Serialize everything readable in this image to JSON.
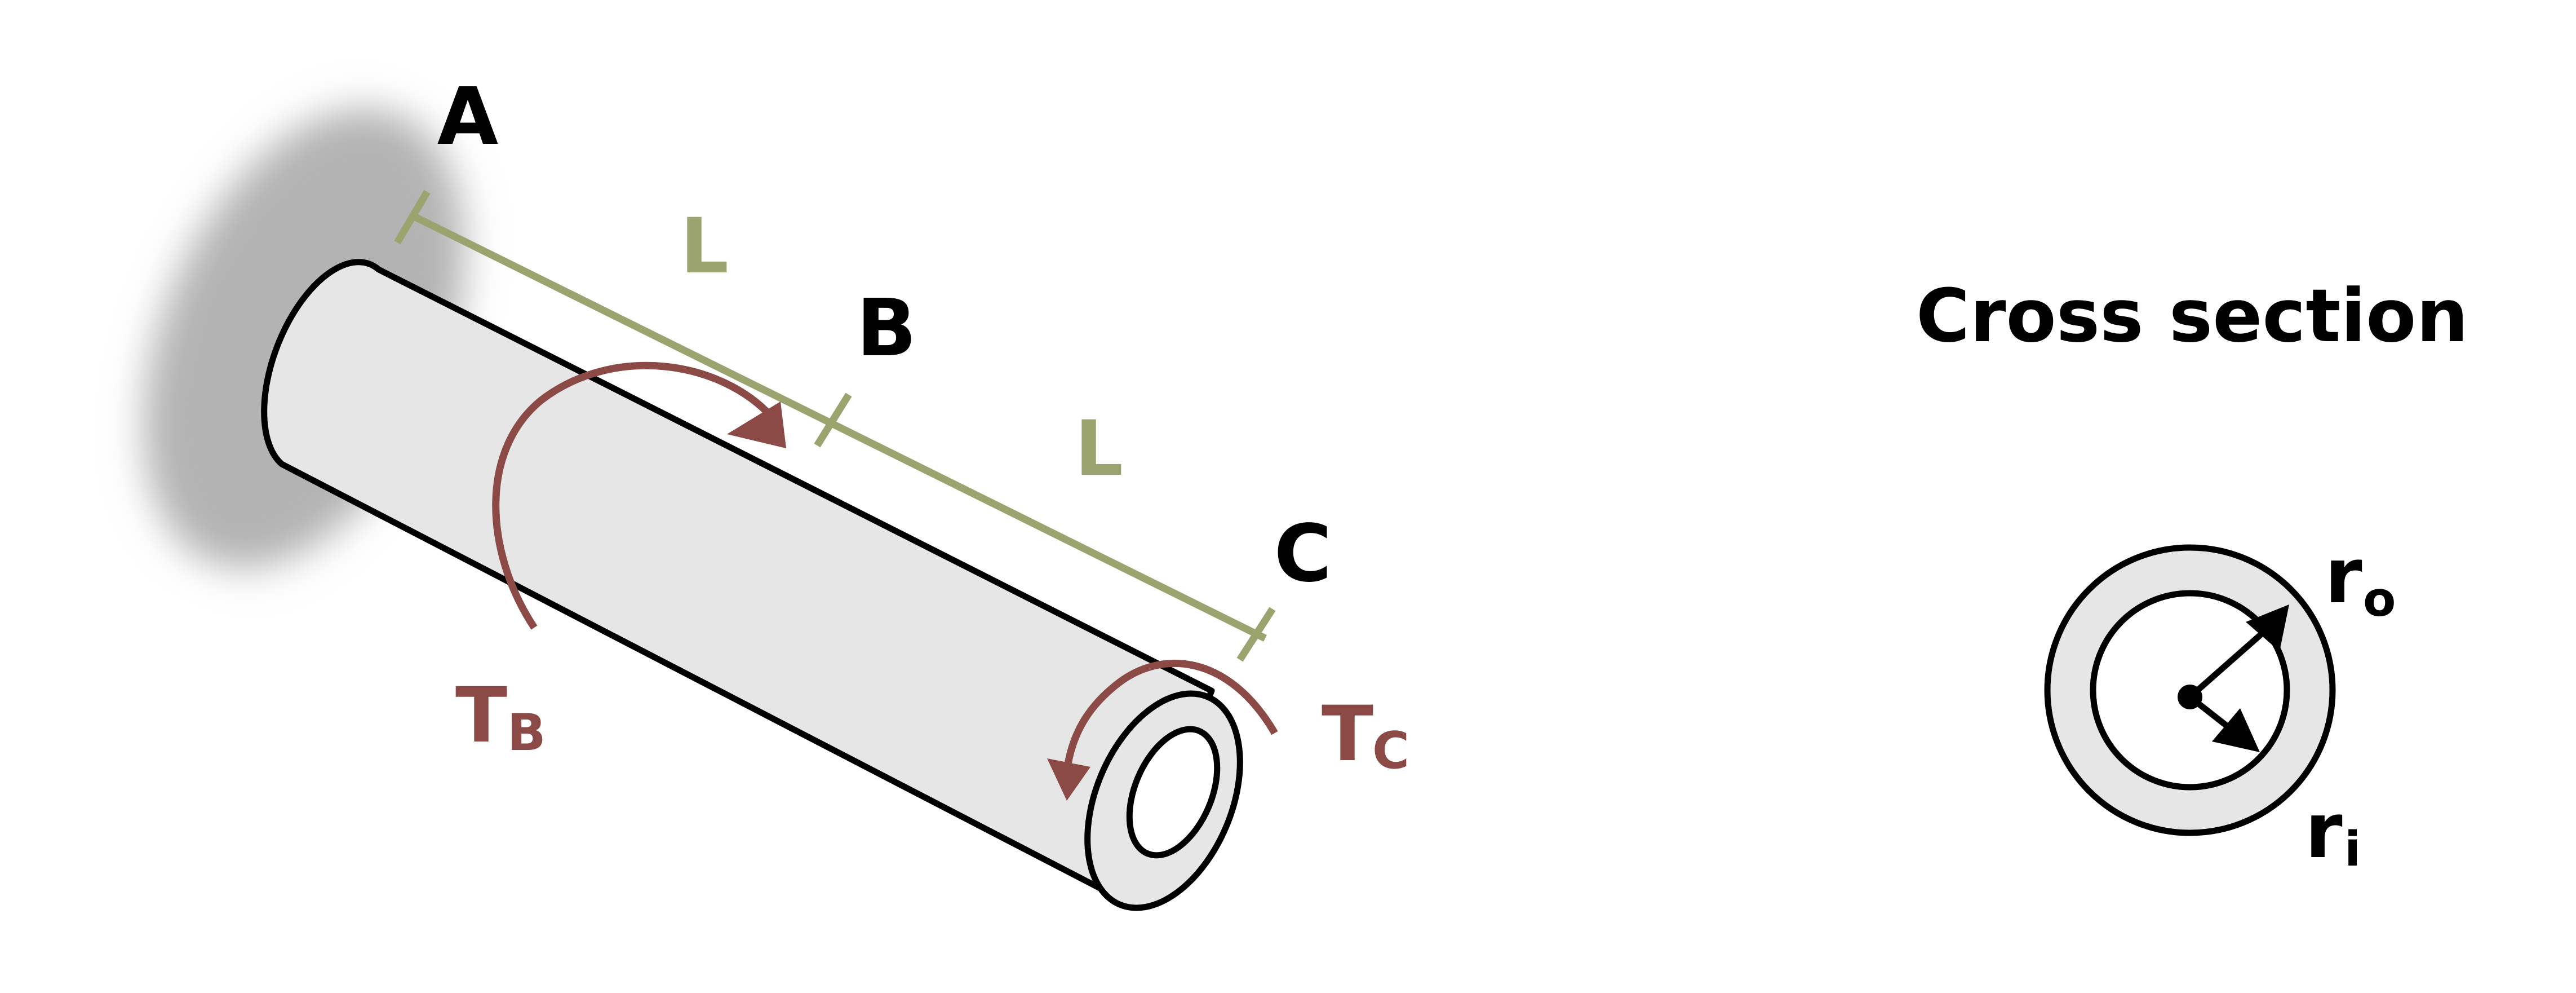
{
  "labels": {
    "point_a": "A",
    "point_b": "B",
    "point_c": "C",
    "length_ab": "L",
    "length_bc": "L",
    "torque_b_main": "T",
    "torque_b_sub": "B",
    "torque_c_main": "T",
    "torque_c_sub": "C",
    "cross_section_title": "Cross section",
    "outer_radius_main": "r",
    "outer_radius_sub": "o",
    "inner_radius_main": "r",
    "inner_radius_sub": "i"
  },
  "colors": {
    "torque": "#8b4a45",
    "dimension": "#9ba36e",
    "shaft_fill": "#e6e6e6",
    "wall_shadow": "#b3b3b3",
    "outline": "#000000"
  }
}
